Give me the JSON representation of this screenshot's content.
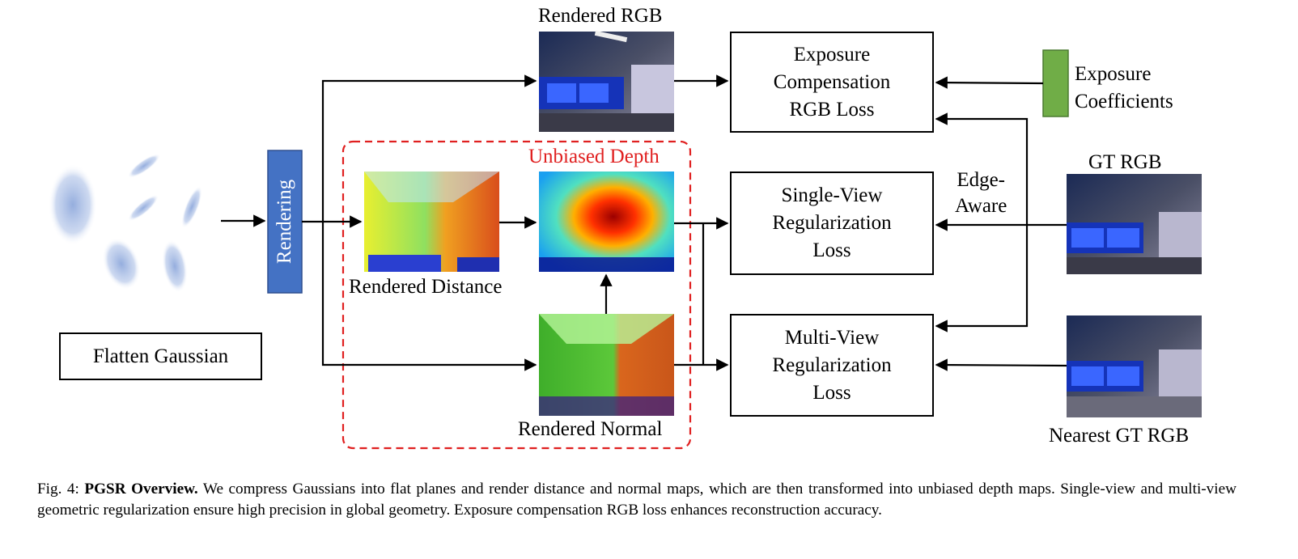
{
  "nodes": {
    "flatten_gaussian": "Flatten Gaussian",
    "rendering": "Rendering",
    "rendered_rgb": "Rendered RGB",
    "rendered_distance": "Rendered Distance",
    "unbiased_depth": "Unbiased Depth",
    "rendered_normal": "Rendered Normal",
    "exposure_loss": "Exposure\nCompensation\nRGB Loss",
    "single_view_loss": "Single-View\nRegularization\nLoss",
    "multi_view_loss": "Multi-View\nRegularization\nLoss",
    "exposure_coefficients": "Exposure\nCoefficients",
    "gt_rgb": "GT RGB",
    "nearest_gt_rgb": "Nearest GT RGB",
    "edge_aware": "Edge-\nAware"
  },
  "colors": {
    "rendering_box": "#4472c4",
    "coefficients_box": "#70ad47",
    "dashed_region": "#e02020",
    "unbiased_label": "#e02020",
    "gaussian_fill": "#9fb6e0"
  },
  "caption": {
    "prefix": "Fig. 4: ",
    "bold": "PGSR Overview.",
    "text": " We compress Gaussians into flat planes and render distance and normal maps, which are then transformed into unbiased depth maps. Single-view and multi-view geometric regularization ensure high precision in global geometry. Exposure compensation RGB loss enhances reconstruction accuracy."
  }
}
